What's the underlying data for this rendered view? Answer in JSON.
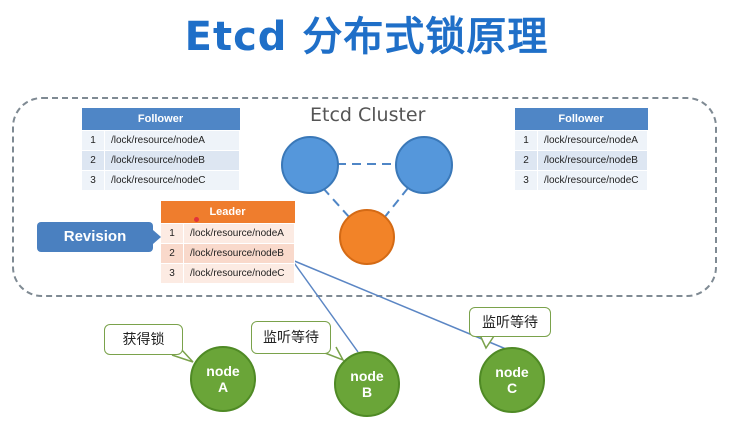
{
  "title": "Etcd 分布式锁原理",
  "cluster_label": "Etcd Cluster",
  "follower_left": {
    "header": "Follower",
    "rows": [
      {
        "idx": "1",
        "key": "/lock/resource/nodeA"
      },
      {
        "idx": "2",
        "key": "/lock/resource/nodeB"
      },
      {
        "idx": "3",
        "key": "/lock/resource/nodeC"
      }
    ]
  },
  "follower_right": {
    "header": "Follower",
    "rows": [
      {
        "idx": "1",
        "key": "/lock/resource/nodeA"
      },
      {
        "idx": "2",
        "key": "/lock/resource/nodeB"
      },
      {
        "idx": "3",
        "key": "/lock/resource/nodeC"
      }
    ]
  },
  "leader": {
    "header": "Leader",
    "rows": [
      {
        "idx": "1",
        "key": "/lock/resource/nodeA"
      },
      {
        "idx": "2",
        "key": "/lock/resource/nodeB"
      },
      {
        "idx": "3",
        "key": "/lock/resource/nodeC"
      }
    ]
  },
  "revision_label": "Revision",
  "nodes": {
    "a": {
      "line1": "node",
      "line2": "A"
    },
    "b": {
      "line1": "node",
      "line2": "B"
    },
    "c": {
      "line1": "node",
      "line2": "C"
    }
  },
  "callouts": {
    "acquire": "获得锁",
    "wait_b": "监听等待",
    "wait_c": "监听等待"
  },
  "colors": {
    "title": "#1f6fc8",
    "follower_header": "#4f86c6",
    "leader_header": "#ef7d2d",
    "cluster_node": "#5597db",
    "leader_node": "#f28328",
    "client_node": "#6aa538"
  }
}
